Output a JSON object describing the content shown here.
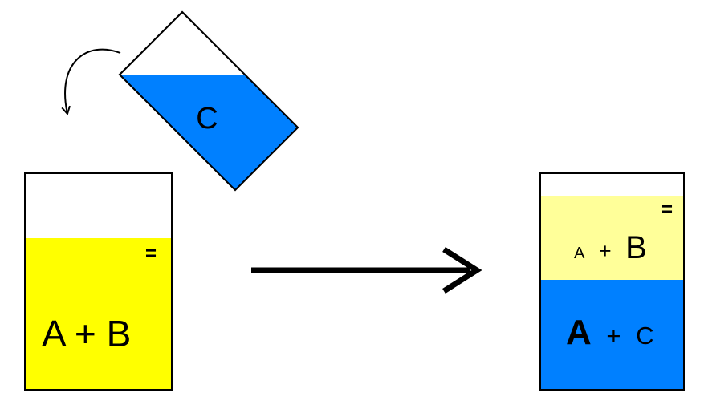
{
  "diagram": {
    "colors": {
      "yellow": "#ffff00",
      "pale_yellow": "#ffff99",
      "blue": "#0080ff",
      "outline": "#000000"
    },
    "pouring_beaker": {
      "label": "C"
    },
    "left_beaker": {
      "equals": "=",
      "label": "A + B"
    },
    "right_beaker": {
      "equals": "=",
      "top_layer": {
        "a": "A",
        "plus": "+",
        "b": "B"
      },
      "bottom_layer": {
        "a": "A",
        "plus": "+",
        "c": "C"
      }
    }
  }
}
